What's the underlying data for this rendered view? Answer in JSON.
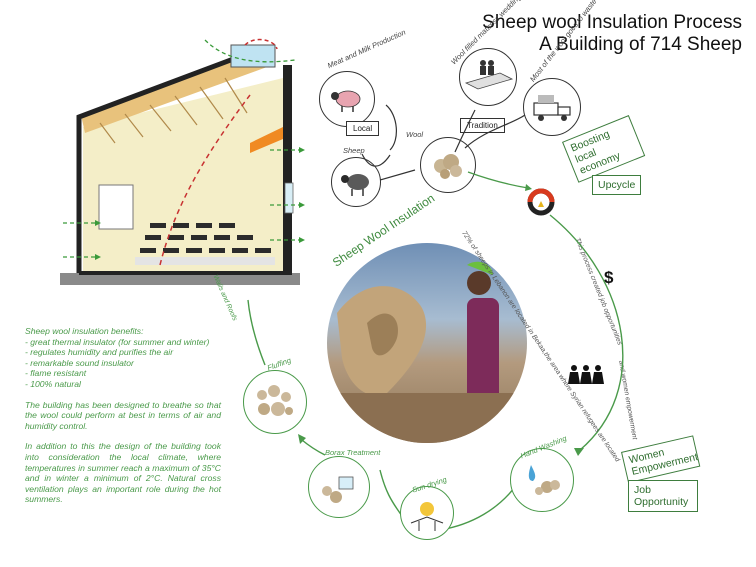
{
  "title": {
    "line1": "Sheep wool Insulation Process",
    "line2": "A Building of 714 Sheep"
  },
  "arc_title": "Sheep Wool Insulation",
  "nodes": {
    "meat": "Meat and Milk Production",
    "sheep": "Sheep",
    "wool": "Wool",
    "mattress": "Wool filled mattress wedding gift",
    "waste": "Most of the wool goes to waste",
    "hand_washing": "Hand Washing",
    "sun_drying": "Sun drying",
    "borax": "Borax Treatment",
    "fluffing": "Fluffing"
  },
  "tags": {
    "local": "Local",
    "tradition": "Tradition",
    "boosting": "Boosting local economy",
    "upcycle": "Upcycle",
    "women": "Women Empowerment",
    "job": "Job Opportunity"
  },
  "annotations": {
    "sheep_stat": "72% of sheeps in Lebanon are located in Bekaa,the area where Syrian refugees are located",
    "job_text": "This process created job opportunities",
    "women_text": "and women empowerment",
    "walls_text": "Walls and Roofs"
  },
  "icons": {
    "dollar": "$"
  },
  "benefits": {
    "heading": "Sheep wool insulation benefits:",
    "items": [
      "great thermal insulator (for summer and winter)",
      "regulates humidity and purifies the air",
      "remarkable sound insulator",
      "flame resistant",
      "100% natural"
    ],
    "p1": "The building has been designed to breathe so that the wool could perform at best in terms of air and humidity control.",
    "p2": "In addition to this the design of the building took into consideration the local climate, where temperatures in summer reach a maximum of 35°C and in winter a minimum of 2°C. Natural cross ventilation plays an important role during the hot summers."
  },
  "colors": {
    "accent": "#4a9a4a",
    "wool": "#cbb89a",
    "wall": "#f3edc4"
  }
}
